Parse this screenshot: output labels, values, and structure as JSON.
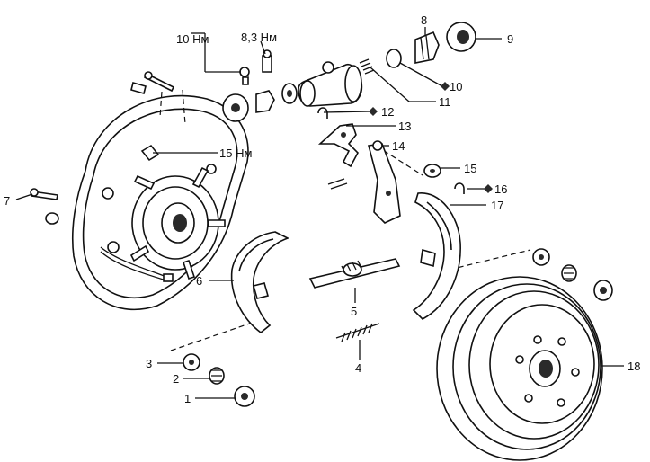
{
  "callouts": {
    "c1": "1",
    "c2": "2",
    "c3": "3",
    "c4": "4",
    "c5": "5",
    "c6": "6",
    "c7": "7",
    "c8": "8",
    "c9": "9",
    "c10": "10",
    "c11": "11",
    "c12": "12",
    "c13": "13",
    "c14": "14",
    "c15": "15",
    "c16": "16",
    "c17": "17",
    "c18": "18"
  },
  "torques": {
    "t10": "10 Нм",
    "t83": "8,3 Нм",
    "t15": "15 Нм"
  }
}
